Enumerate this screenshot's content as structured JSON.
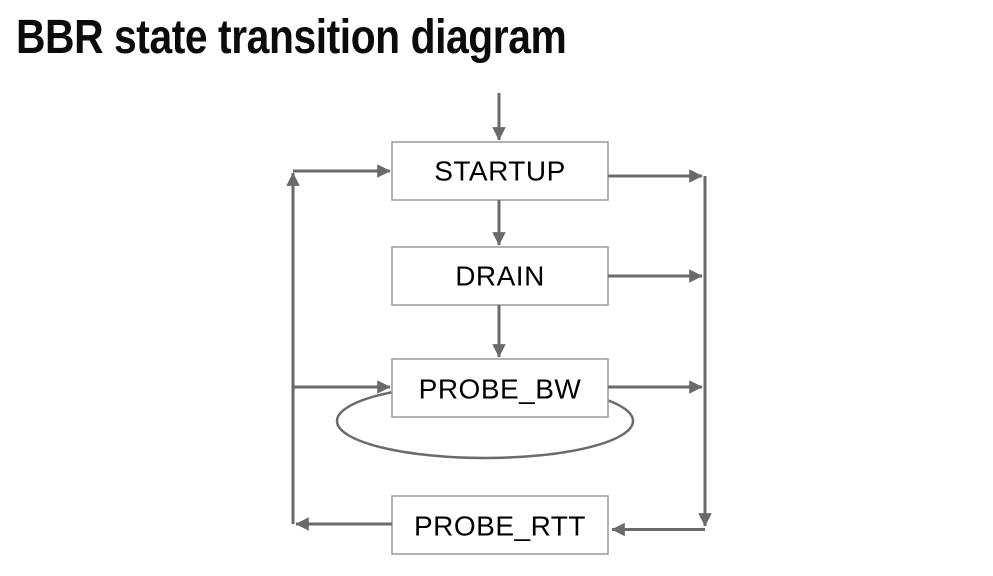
{
  "title": "BBR state transition diagram",
  "diagram": {
    "nodes": [
      {
        "id": "startup",
        "label": "STARTUP"
      },
      {
        "id": "drain",
        "label": "DRAIN"
      },
      {
        "id": "probe_bw",
        "label": "PROBE_BW"
      },
      {
        "id": "probe_rtt",
        "label": "PROBE_RTT"
      }
    ],
    "edges": [
      {
        "from": "entry",
        "to": "STARTUP",
        "via": "top arrow"
      },
      {
        "from": "STARTUP",
        "to": "DRAIN",
        "via": "vertical arrow"
      },
      {
        "from": "DRAIN",
        "to": "PROBE_BW",
        "via": "vertical arrow"
      },
      {
        "from": "STARTUP",
        "to": "PROBE_RTT",
        "via": "right rail"
      },
      {
        "from": "DRAIN",
        "to": "PROBE_RTT",
        "via": "right rail"
      },
      {
        "from": "PROBE_BW",
        "to": "PROBE_RTT",
        "via": "right rail"
      },
      {
        "from": "PROBE_BW",
        "to": "PROBE_BW",
        "via": "self loop"
      },
      {
        "from": "PROBE_RTT",
        "to": "PROBE_BW",
        "via": "left rail"
      },
      {
        "from": "PROBE_RTT",
        "to": "STARTUP",
        "via": "left rail"
      }
    ],
    "colors": {
      "line": "#6a6a6a",
      "node_border": "#999999",
      "node_fill": "#ffffff",
      "label_text": "#000000",
      "title_text": "#0b0b0b",
      "background": "#ffffff"
    }
  }
}
